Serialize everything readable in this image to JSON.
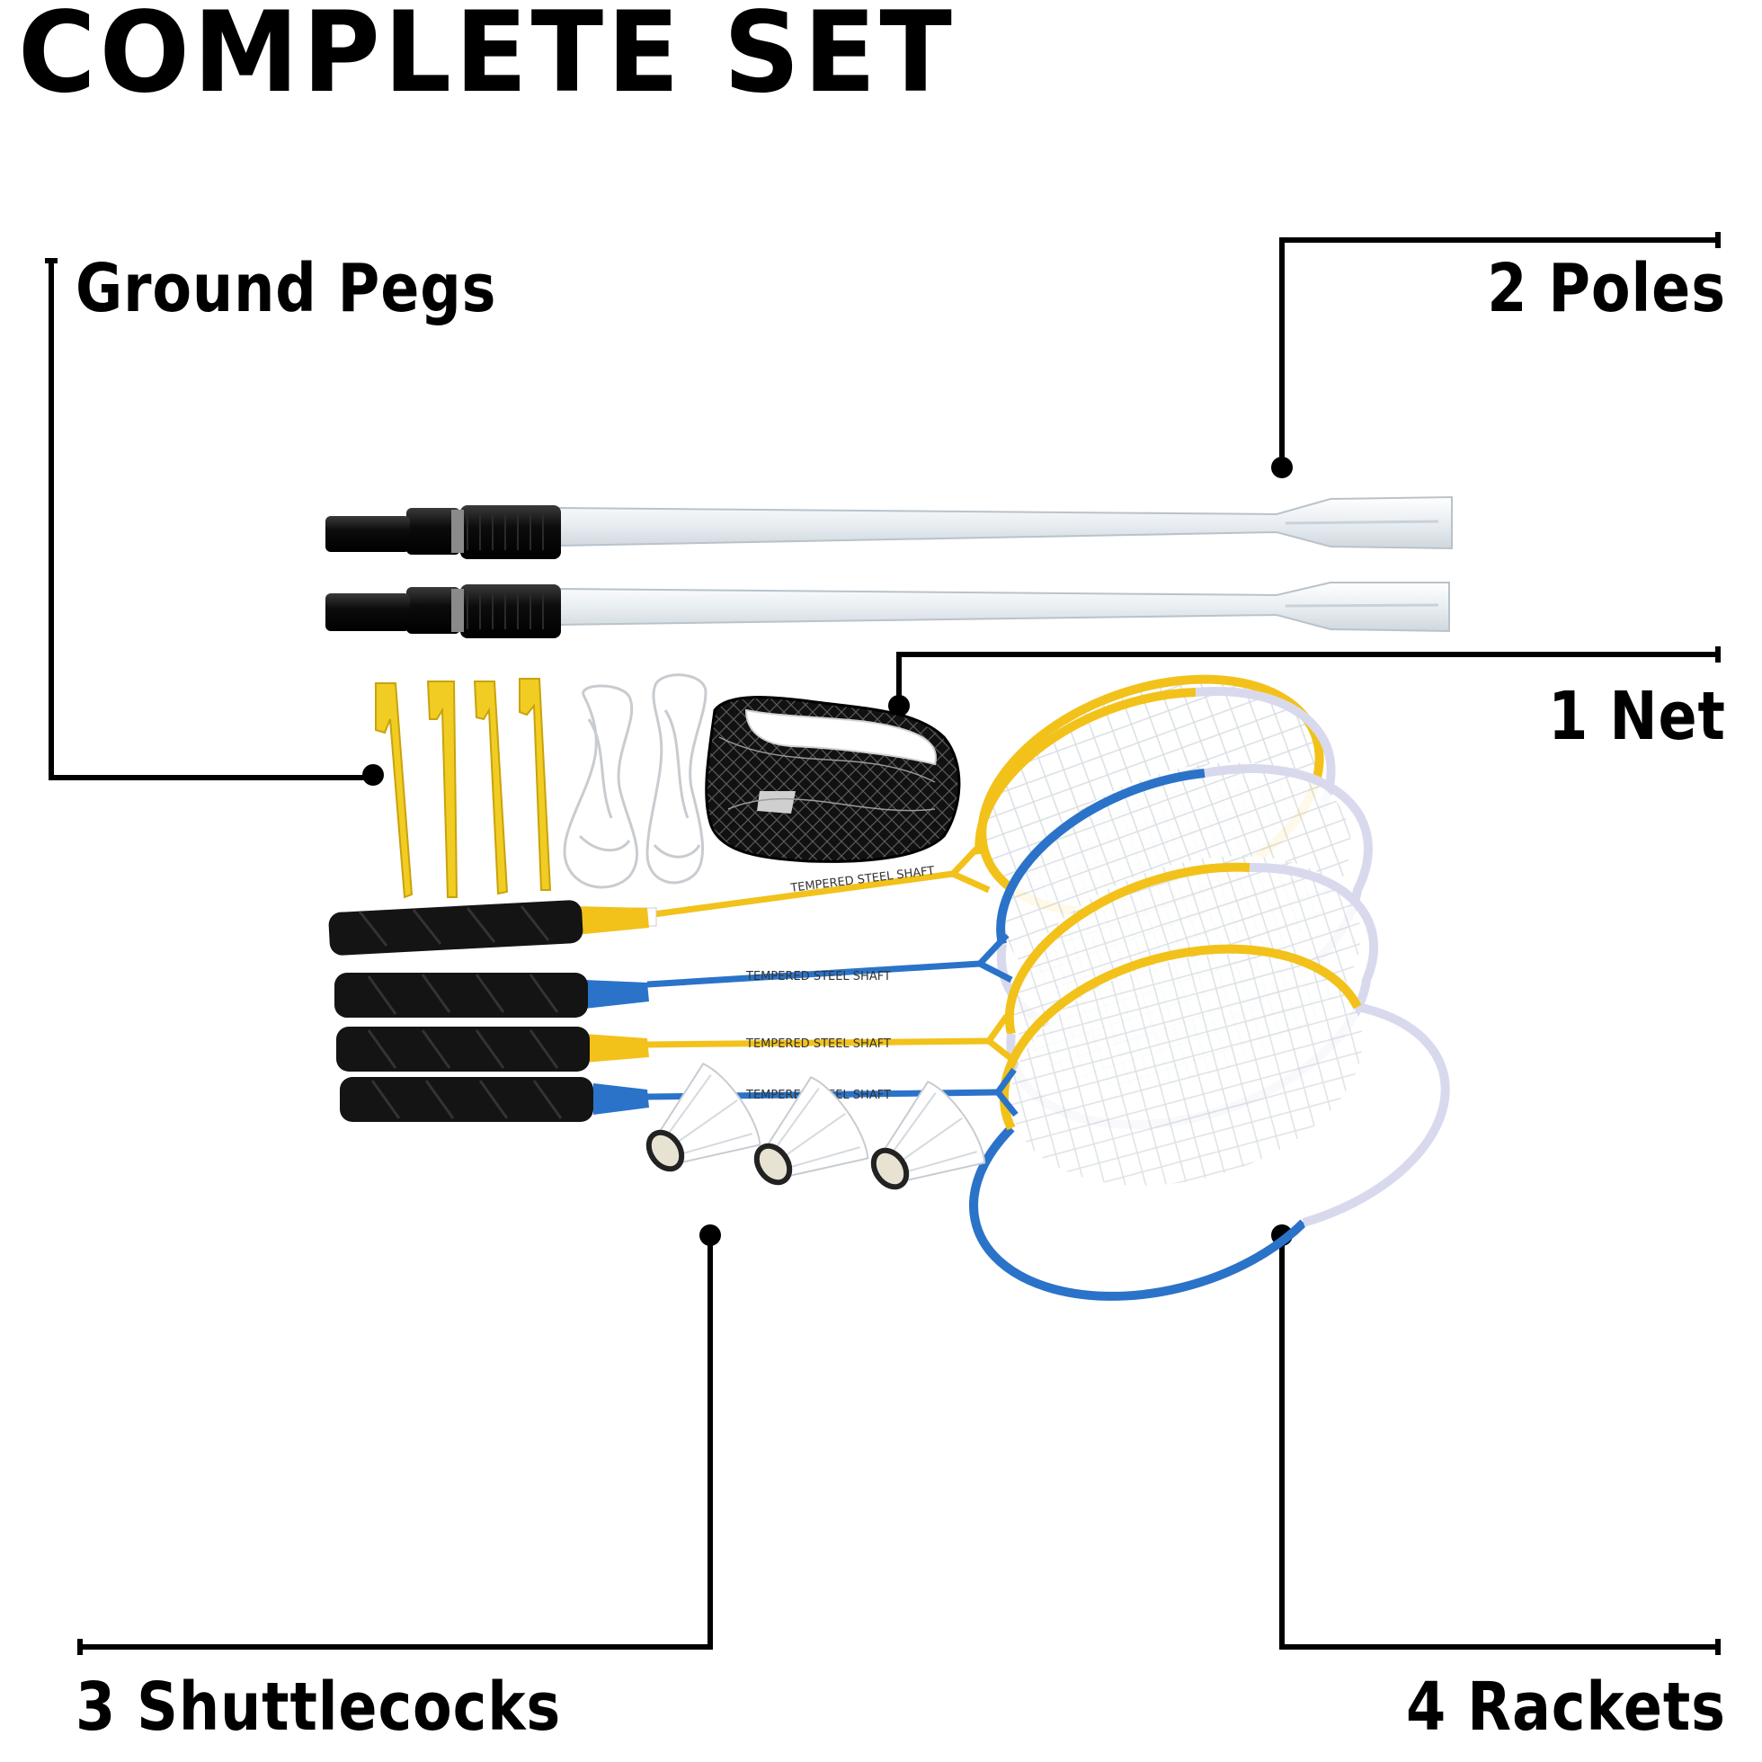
{
  "title": "COMPLETE SET",
  "labels": {
    "ground_pegs": "Ground Pegs",
    "poles": "2 Poles",
    "net": "1 Net",
    "shuttlecocks": "3 Shuttlecocks",
    "rackets": "4 Rackets"
  },
  "racket_shaft_text": "TEMPERED STEEL SHAFT",
  "colors": {
    "yellow": "#f2c21b",
    "blue": "#2a73c9",
    "grip": "#141414",
    "pole": "#eef3f6",
    "line": "#000000"
  }
}
